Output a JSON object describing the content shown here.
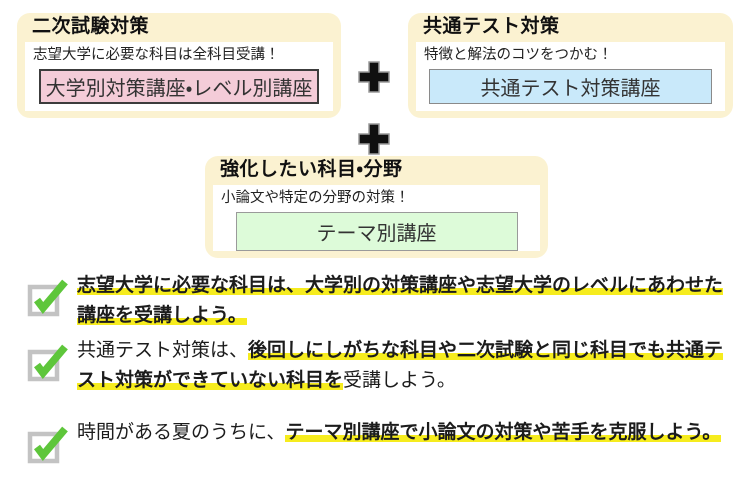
{
  "diagram": {
    "boxes": [
      {
        "title": "二次試験対策",
        "subtitle": "志望大学に必要な科目は全科目受講！",
        "course_label": "大学別対策講座・レベル別講座"
      },
      {
        "title": "共通テスト対策",
        "subtitle": "特徴と解法のコツをつかむ！",
        "course_label": "共通テスト対策講座"
      },
      {
        "title": "強化したい科目・分野",
        "subtitle": "小論文や特定の分野の対策！",
        "course_label": "テーマ別講座"
      }
    ],
    "icons": {
      "plus": "plus-icon",
      "checkbox": "checkbox-check-icon"
    }
  },
  "points": [
    {
      "pre": "",
      "highlight": "志望大学に必要な科目は、大学別の対策講座や志望大学のレベルにあわせた講座を受講しよう。",
      "post": ""
    },
    {
      "pre": "共通テスト対策は、",
      "highlight": "後回しにしがちな科目や二次試験と同じ科目でも共通テスト対策ができていない科目を",
      "post": "受講しよう。"
    },
    {
      "pre": "時間がある夏のうちに、",
      "highlight": "テーマ別講座で小論文の対策や苦手を克服しよう。",
      "post": ""
    }
  ],
  "colors": {
    "panel_cream": "#fbf2d1",
    "course_pink": "#f4ccd8",
    "course_blue": "#c9e9fa",
    "course_green": "#ddfbd9",
    "highlight_yellow": "#f6ec1e",
    "check_green": "#5ec63b",
    "checkbox_gray": "#c3c3c3",
    "plus_black": "#101010"
  }
}
